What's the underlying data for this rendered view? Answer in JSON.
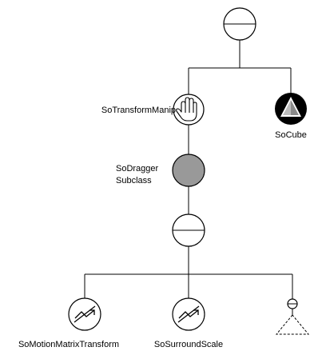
{
  "nodes": {
    "root_group": {
      "shape": "separator-icon"
    },
    "transform_manip": {
      "label": "SoTransformManip",
      "shape": "hand-icon"
    },
    "cube": {
      "label": "SoCube",
      "shape": "cube-icon"
    },
    "dragger": {
      "label_line1": "SoDragger",
      "label_line2": "Subclass",
      "fill": "#999999",
      "shape": "filled-circle"
    },
    "inner_separator": {
      "shape": "separator-icon"
    },
    "motion_matrix": {
      "label": "SoMotionMatrixTransform",
      "shape": "transform-icon"
    },
    "surround_scale": {
      "label": "SoSurroundScale",
      "shape": "transform-icon"
    },
    "more_children": {
      "shape": "dashed-triangle-icon"
    }
  },
  "colors": {
    "line": "#000000",
    "dragger_fill": "#999999",
    "cube_face": "#9a9a9a"
  }
}
